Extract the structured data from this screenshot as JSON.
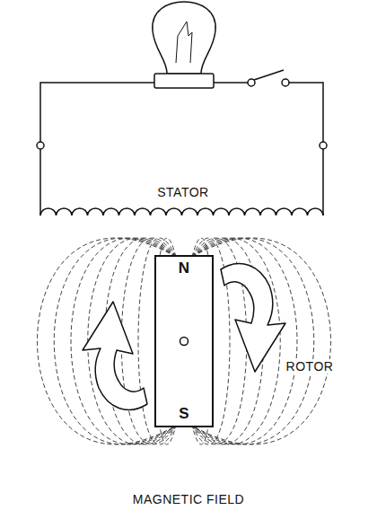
{
  "diagram": {
    "nodes": [
      {
        "text": [
          "N",
          "S"
        ]
      }
    ],
    "labels": [
      "STATOR",
      "ROTOR",
      "MAGNETIC FIELD"
    ]
  }
}
